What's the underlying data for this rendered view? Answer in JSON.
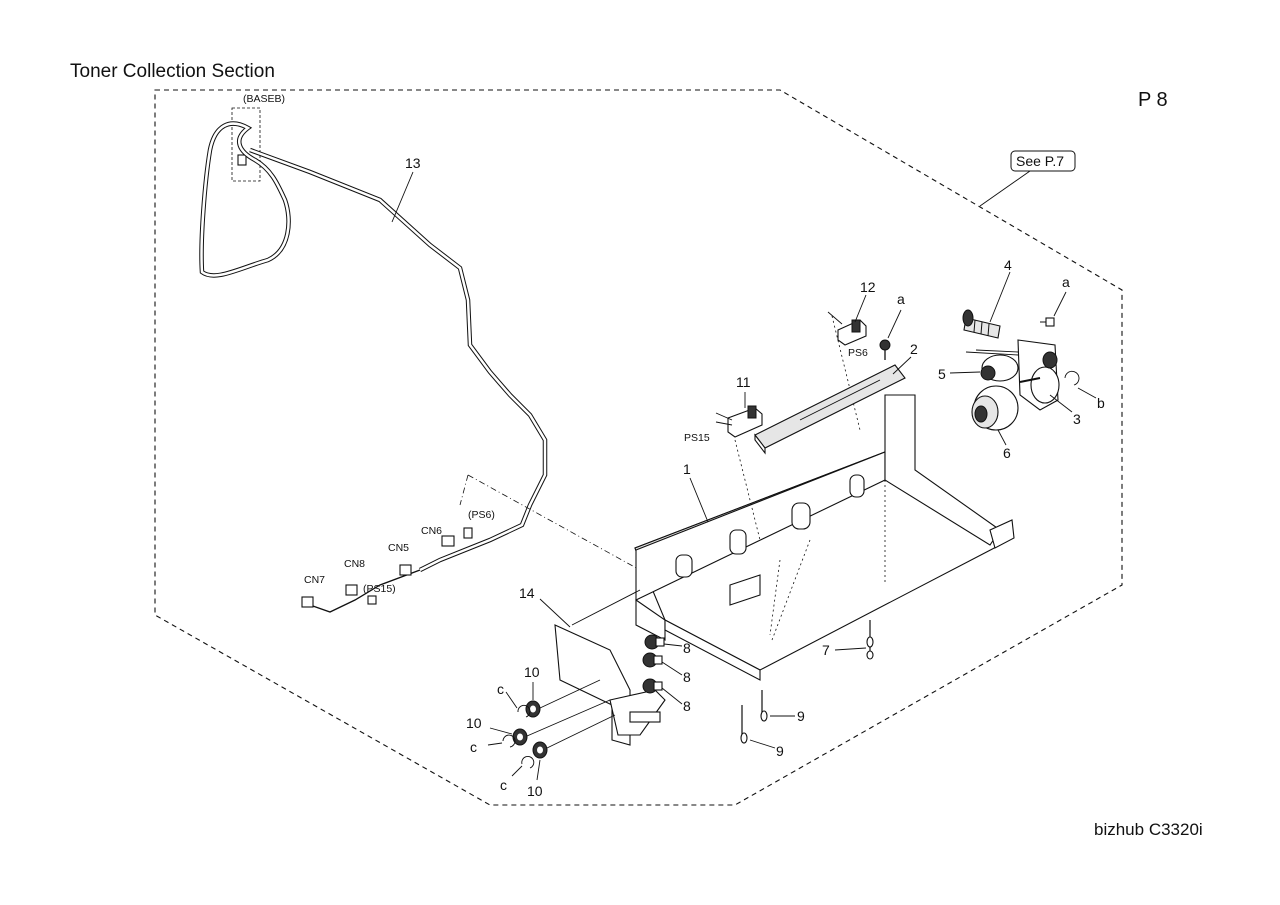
{
  "header": {
    "title": "Toner Collection Section",
    "page": "P 8"
  },
  "footer": {
    "model": "bizhub C3320i"
  },
  "reference": {
    "see": "See P.7"
  },
  "labels": {
    "baseb": "(BASEB)",
    "n13": "13",
    "n12": "12",
    "n11": "11",
    "n4": "4",
    "n5": "5",
    "n2": "2",
    "n3": "3",
    "n6": "6",
    "n1": "1",
    "n7": "7",
    "n14": "14",
    "n8a": "8",
    "n8b": "8",
    "n8c": "8",
    "n9a": "9",
    "n9b": "9",
    "n10a": "10",
    "n10b": "10",
    "n10c": "10",
    "a1": "a",
    "a2": "a",
    "b": "b",
    "c1": "c",
    "c2": "c",
    "c3": "c",
    "ps6": "PS6",
    "ps15": "PS15",
    "ps6p": "(PS6)",
    "ps15p": "(PS15)",
    "cn5": "CN5",
    "cn6": "CN6",
    "cn7": "CN7",
    "cn8": "CN8"
  },
  "colors": {
    "line": "#111111",
    "background": "#ffffff"
  }
}
